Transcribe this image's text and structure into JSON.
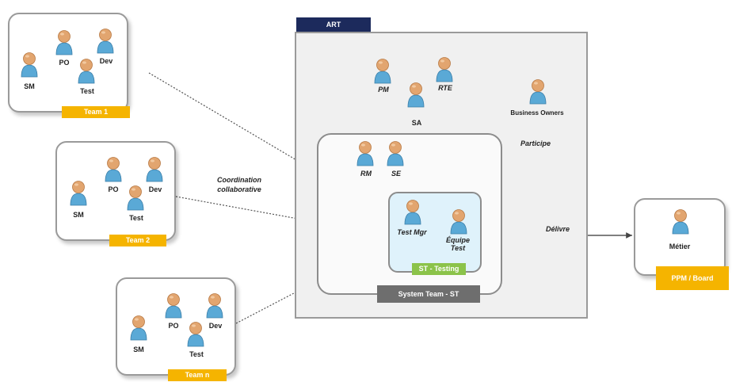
{
  "teams": [
    {
      "tag": "Team 1",
      "sm": "SM",
      "po": "PO",
      "dev": "Dev",
      "test": "Test"
    },
    {
      "tag": "Team 2",
      "sm": "SM",
      "po": "PO",
      "dev": "Dev",
      "test": "Test"
    },
    {
      "tag": "Team n",
      "sm": "SM",
      "po": "PO",
      "dev": "Dev",
      "test": "Test"
    }
  ],
  "art": {
    "tab": "ART",
    "pm": "PM",
    "rte": "RTE",
    "sa": "SA",
    "business_owners": "Business Owners",
    "system_team": {
      "rm": "RM",
      "se": "SE",
      "tag": "System Team - ST",
      "testing": {
        "test_mgr": "Test Mgr",
        "equipe_line1": "Équipe",
        "equipe_line2": "Test",
        "tag": "ST - Testing"
      }
    }
  },
  "metier": {
    "label": "Métier",
    "tag": "PPM / Board"
  },
  "edges": {
    "coordination_line1": "Coordination",
    "coordination_line2": "collaborative",
    "participe": "Participe",
    "delivre": "Délivre"
  },
  "colors": {
    "person_head": "#e2a56f",
    "person_body": "#5aa9d6",
    "team_tag": "#f5b400",
    "art_tab": "#1c2a5c",
    "testing_tag": "#8bc34a",
    "system_tag": "#6e6e6e",
    "testing_fill": "#dff2fb"
  }
}
